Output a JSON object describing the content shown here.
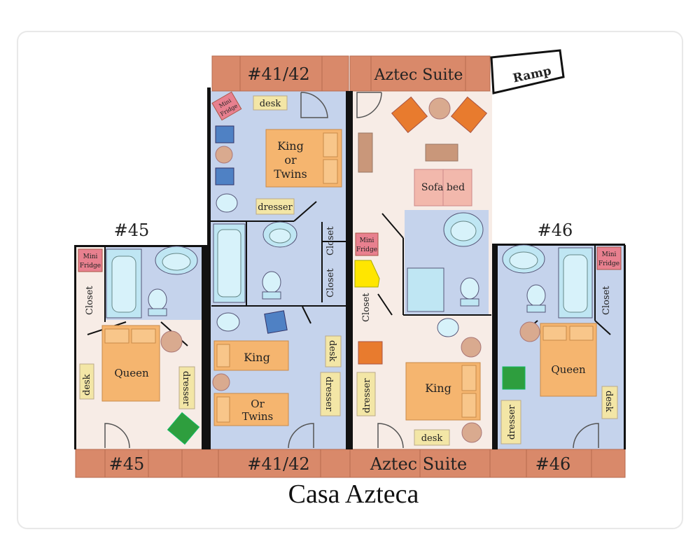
{
  "title": "Casa Azteca",
  "ramp": "Ramp",
  "units": {
    "u45": {
      "top": "#45",
      "bottom": "#45"
    },
    "u4142": {
      "top": "#41/42",
      "bottom": "#41/42"
    },
    "aztec": {
      "top": "Aztec Suite",
      "bottom": "Aztec Suite"
    },
    "u46": {
      "top": "#46",
      "bottom": "#46"
    }
  },
  "labels": {
    "mini_fridge_line1": "Mini",
    "mini_fridge_line2": "Fridge",
    "closet": "Closet",
    "desk": "desk",
    "dresser": "dresser",
    "queen": "Queen",
    "king": "King",
    "king_or_twins_1": "King",
    "king_or_twins_2": "or",
    "king_or_twins_3": "Twins",
    "or_twins_1": "Or",
    "or_twins_2": "Twins",
    "sofa_bed": "Sofa bed"
  },
  "colors": {
    "floor": "#c5d3ec",
    "floor_suite": "#f7ece6",
    "wall": "#111111",
    "brick": "#d9896a",
    "bed": "#f5b56f",
    "label_box": "#f3e6a6",
    "mini_fridge": "#e8808f",
    "chair_blue": "#4f81c4",
    "chair_orange": "#e87b2e",
    "chair_green": "#2e9e3e",
    "fixture": "#bfe6f3",
    "table_round": "#d9aa8f",
    "sofa": "#f2b8ac",
    "closet_yellow": "#ffe600"
  }
}
